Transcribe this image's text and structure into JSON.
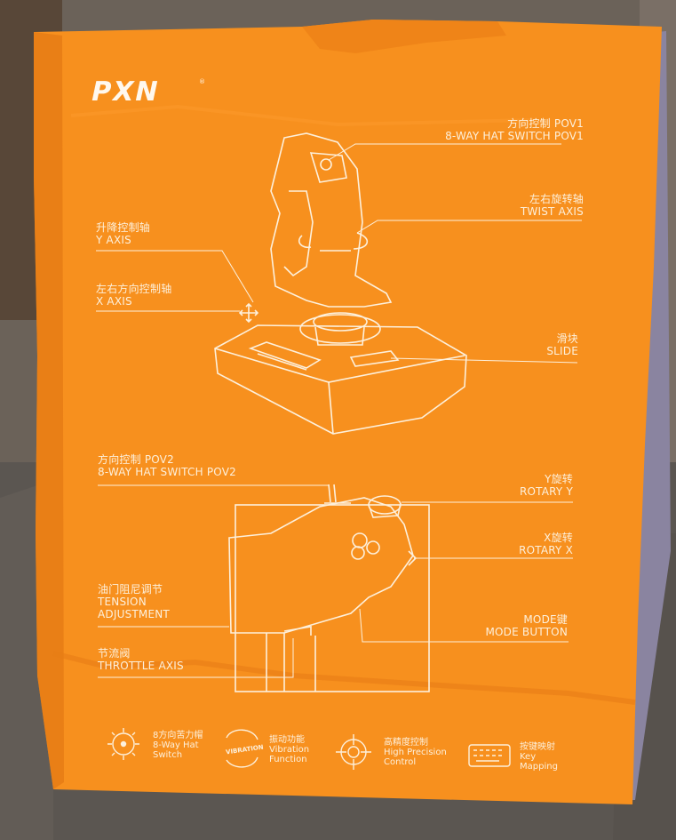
{
  "brand": {
    "logo": "PXN",
    "registered": "®"
  },
  "callouts": {
    "pov1_cn": "方向控制 POV1",
    "pov1_en": "8-WAY HAT SWITCH POV1",
    "twist_cn": "左右旋转轴",
    "twist_en": "TWIST AXIS",
    "yaxis_cn": "升降控制轴",
    "yaxis_en": "Y AXIS",
    "xaxis_cn": "左右方向控制轴",
    "xaxis_en": "X AXIS",
    "slide_cn": "滑块",
    "slide_en": "SLIDE",
    "pov2_cn": "方向控制 POV2",
    "pov2_en": "8-WAY HAT SWITCH POV2",
    "roty_cn": "Y旋转",
    "roty_en": "ROTARY Y",
    "rotx_cn": "X旋转",
    "rotx_en": "ROTARY X",
    "tension_cn": "油门阻尼调节",
    "tension_en1": "TENSION",
    "tension_en2": "ADJUSTMENT",
    "mode_cn": "MODE键",
    "mode_en": "MODE BUTTON",
    "throttle_cn": "节流阀",
    "throttle_en": "THROTTLE AXIS"
  },
  "features": [
    {
      "icon": "crosshair-sun-icon",
      "cn": "8方向苦力帽",
      "en1": "8-Way Hat",
      "en2": "Switch"
    },
    {
      "icon": "vibration-icon",
      "badge": "VIBRATION",
      "cn": "振动功能",
      "en1": "Vibration",
      "en2": "Function"
    },
    {
      "icon": "target-icon",
      "cn": "高精度控制",
      "en1": "High Precision",
      "en2": "Control"
    },
    {
      "icon": "keyboard-icon",
      "cn": "按键映射",
      "en1": "Key",
      "en2": "Mapping"
    }
  ],
  "colors": {
    "box_orange": "#f7901e",
    "box_shadow": "#e37712",
    "line_art": "#fdf0dc",
    "background": "#5e5750"
  }
}
